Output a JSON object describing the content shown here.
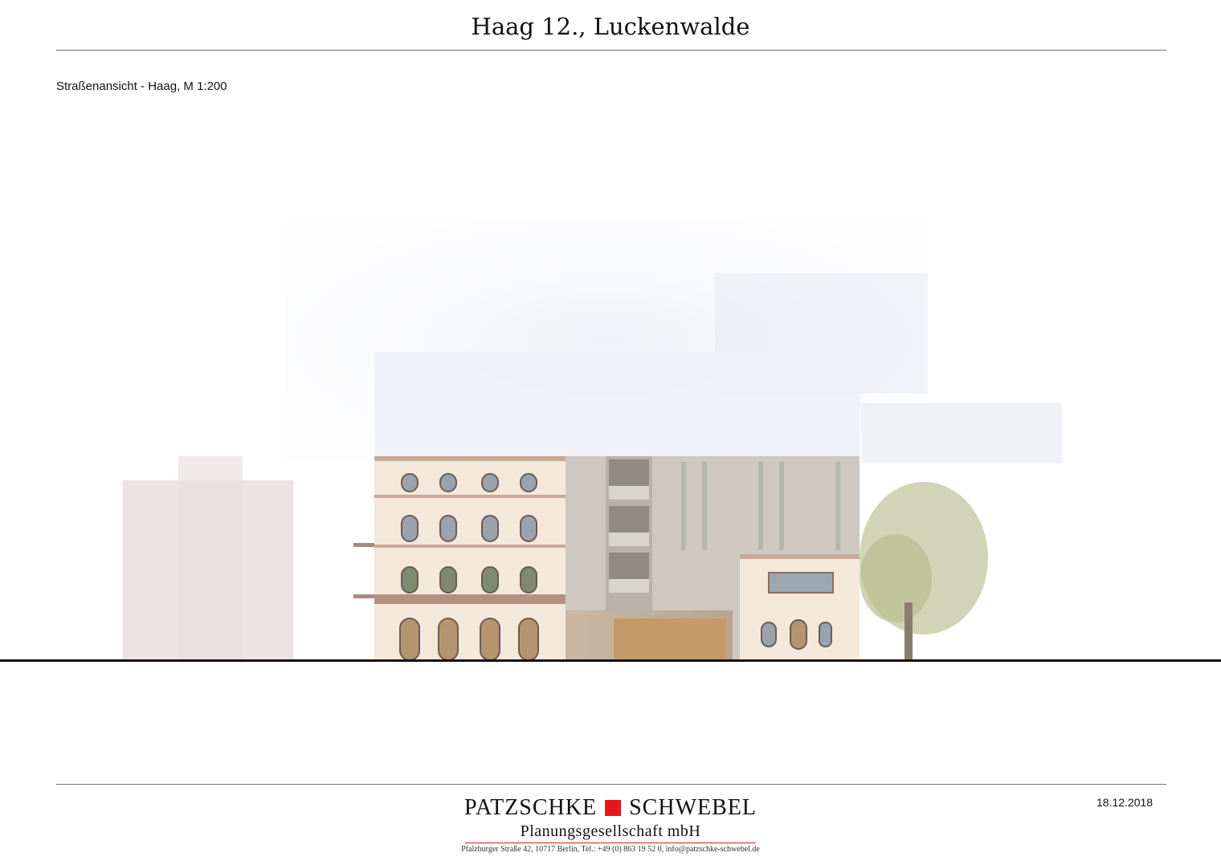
{
  "header": {
    "title": "Haag 12., Luckenwalde",
    "subtitle": "Straßenansicht - Haag, M 1:200"
  },
  "drawing": {
    "subject": "street-elevation-rendering"
  },
  "footer": {
    "company_left": "PATZSCHKE",
    "company_right": "SCHWEBEL",
    "company_sub": "Planungsgesellschaft mbH",
    "address": "Pfalzburger Straße 42, 10717 Berlin, Tel.: +49 (0) 863 19 52 0, info@patzschke-schwebel.de",
    "date": "18.12.2018",
    "brand_color": "#e8161b"
  }
}
